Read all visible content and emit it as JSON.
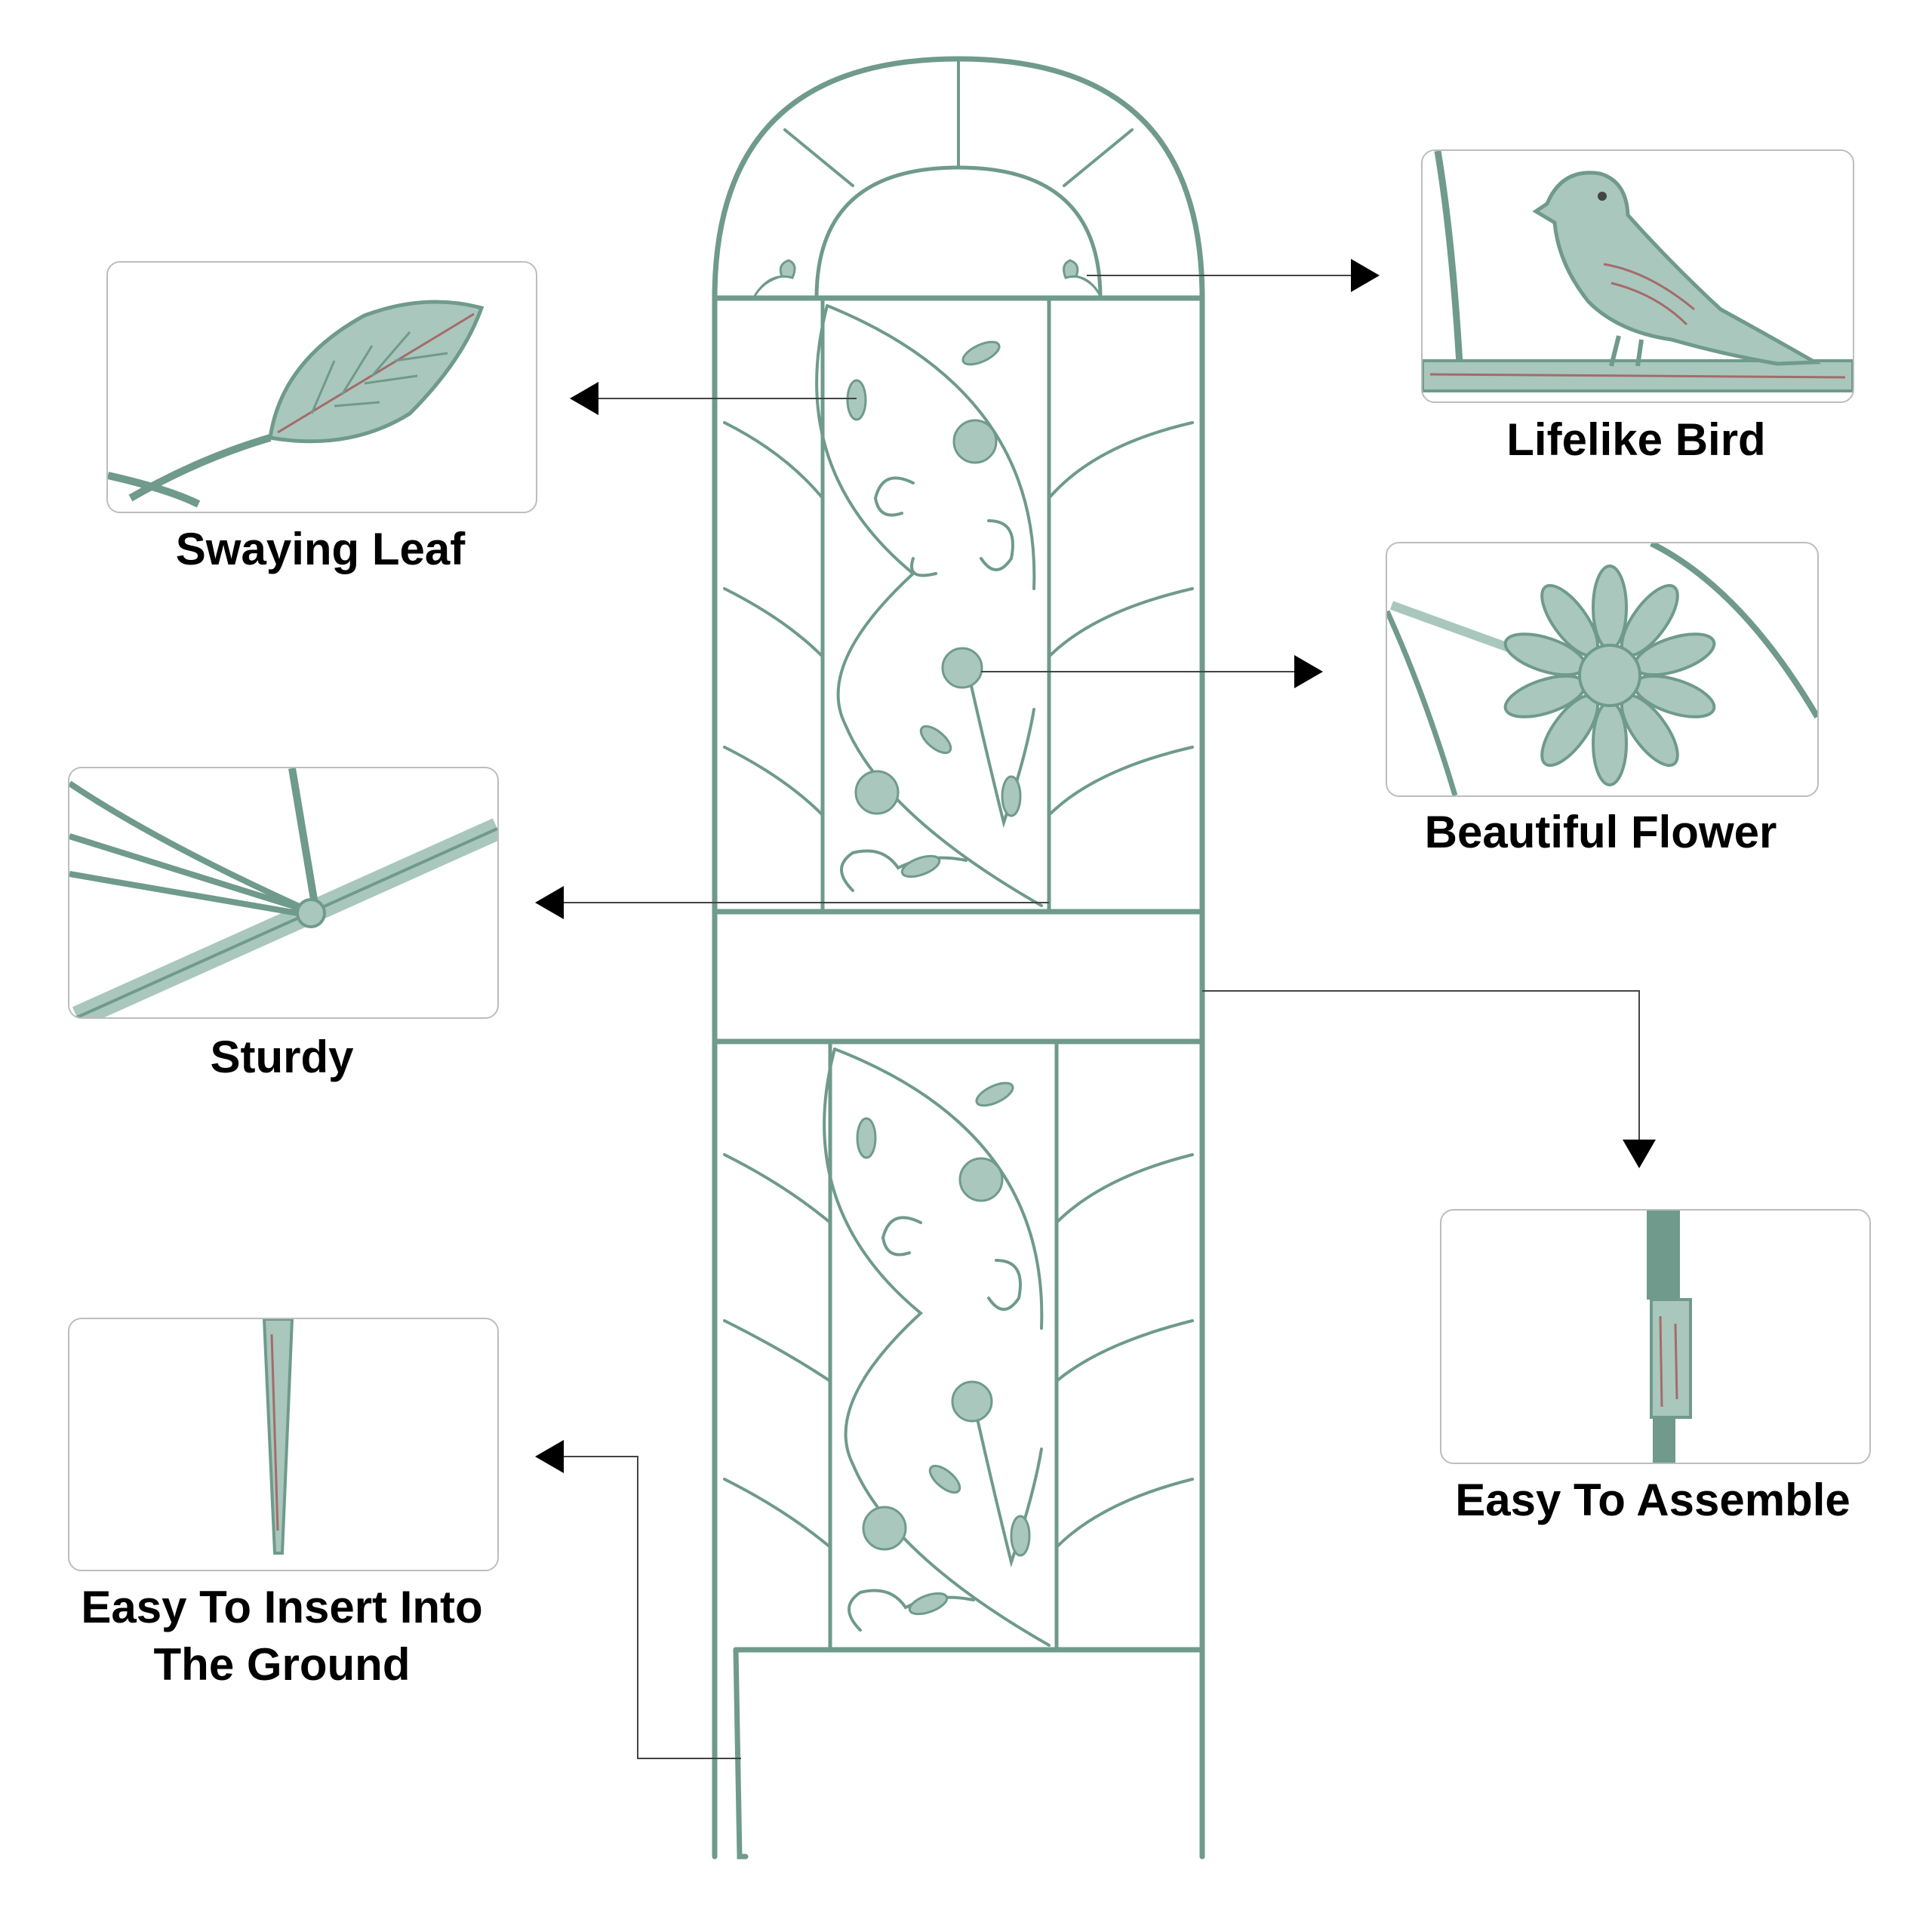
{
  "features": {
    "leaf": {
      "caption": "Swaying Leaf",
      "icon": "leaf-detail"
    },
    "bird": {
      "caption": "Lifelike Bird",
      "icon": "bird-detail"
    },
    "flower": {
      "caption": "Beautiful Flower",
      "icon": "flower-detail"
    },
    "sturdy": {
      "caption": "Sturdy",
      "icon": "joint-detail"
    },
    "assemble": {
      "caption": "Easy To Assemble",
      "icon": "connector-detail"
    },
    "insert": {
      "caption_line1": "Easy To Insert Into",
      "caption_line2": "The Ground",
      "icon": "stake-tip-detail"
    }
  },
  "colors": {
    "metal": "#6f9a8c",
    "metal_light": "#a9c7bd",
    "patina": "#a46b6b",
    "pointer": "#444444",
    "box_border": "#bdbdbd"
  }
}
